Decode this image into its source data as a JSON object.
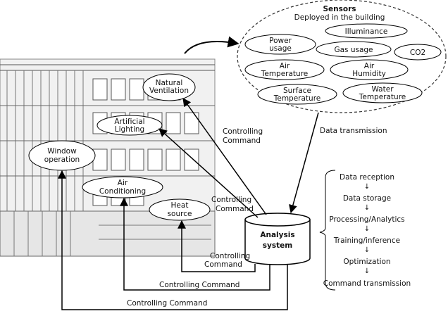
{
  "sensors": {
    "title": "Sensors",
    "subtitle": "Deployed in the building",
    "items": {
      "illuminance": [
        "Illuminance"
      ],
      "power_usage": [
        "Power",
        "usage"
      ],
      "gas_usage": [
        "Gas usage"
      ],
      "co2": [
        "CO2"
      ],
      "air_temperature": [
        "Air",
        "Temperature"
      ],
      "air_humidity": [
        "Air",
        "Humidity"
      ],
      "surface_temperature": [
        "Surface",
        "Temperature"
      ],
      "water_temperature": [
        "Water",
        "Temperature"
      ]
    }
  },
  "devices": {
    "natural_ventilation": [
      "Natural",
      "Ventilation"
    ],
    "artificial_lighting": [
      "Artificial",
      "Lighting"
    ],
    "window_operation": [
      "Window",
      "operation"
    ],
    "air_conditioning": [
      "Air",
      "Conditioning"
    ],
    "heat_source": [
      "Heat",
      "source"
    ]
  },
  "analysis_system": [
    "Analysis",
    "system"
  ],
  "arrow_labels": {
    "data_transmission": "Data transmission",
    "cc_ventilation": [
      "Controlling",
      "Command"
    ],
    "cc_lighting": [
      "Controlling",
      "Command"
    ],
    "cc_heat": [
      "Controlling",
      "Command"
    ],
    "cc_aircon": "Controlling Command",
    "cc_window": "Controlling Command"
  },
  "pipeline": {
    "steps": [
      "Data reception",
      "Data storage",
      "Processing/Analytics",
      "Training/inference",
      "Optimization",
      "Command transmission"
    ],
    "step_arrow": "↓"
  }
}
